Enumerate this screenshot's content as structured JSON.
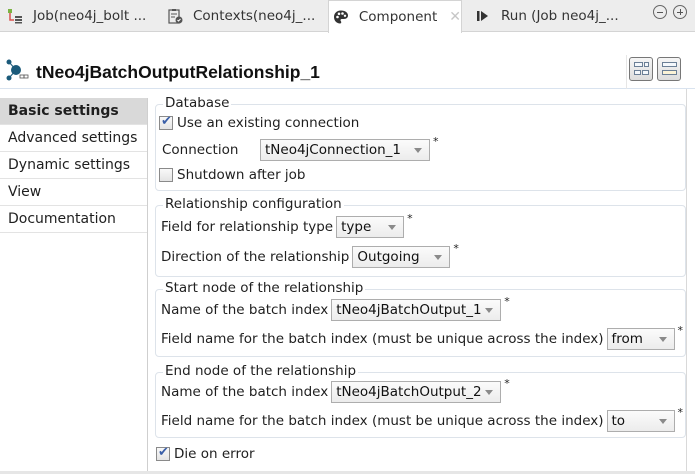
{
  "tabs": [
    {
      "label": "Job(neo4j_bolt ...",
      "icon": "job-icon",
      "active": false
    },
    {
      "label": "Contexts(neo4j_...",
      "icon": "contexts-icon",
      "active": false
    },
    {
      "label": "Component",
      "icon": "palette-icon",
      "active": true,
      "closable": true
    },
    {
      "label": "Run (Job neo4j_...",
      "icon": "run-icon",
      "active": false
    }
  ],
  "tab_controls": {
    "minimize": "minimize-icon",
    "maximize": "maximize-icon"
  },
  "component": {
    "title": "tNeo4jBatchOutputRelationship_1",
    "icon": "neo4j-component-icon"
  },
  "sidebar": {
    "items": [
      {
        "label": "Basic settings",
        "active": true
      },
      {
        "label": "Advanced settings"
      },
      {
        "label": "Dynamic settings"
      },
      {
        "label": "View"
      },
      {
        "label": "Documentation"
      }
    ]
  },
  "database": {
    "label": "Database",
    "use_existing": {
      "label": "Use an existing connection",
      "checked": true
    },
    "connection": {
      "label": "Connection",
      "value": "tNeo4jConnection_1",
      "required": "*"
    },
    "shutdown": {
      "label": "Shutdown after job",
      "checked": false
    }
  },
  "relationship": {
    "label": "Relationship configuration",
    "type_field": {
      "label": "Field for relationship type",
      "value": "type",
      "required": "*"
    },
    "direction": {
      "label": "Direction of the relationship",
      "value": "Outgoing",
      "required": "*"
    }
  },
  "start_node": {
    "label": "Start node of the relationship",
    "index_name": {
      "label": "Name of the batch index",
      "value": "tNeo4jBatchOutput_1",
      "required": "*"
    },
    "field_name": {
      "label": "Field name for the batch index (must be unique across the index)",
      "value": "from",
      "required": "*"
    }
  },
  "end_node": {
    "label": "End node of the relationship",
    "index_name": {
      "label": "Name of the batch index",
      "value": "tNeo4jBatchOutput_2",
      "required": "*"
    },
    "field_name": {
      "label": "Field name for the batch index (must be unique across the index)",
      "value": "to",
      "required": "*"
    }
  },
  "die_on_error": {
    "label": "Die on error",
    "checked": true
  }
}
